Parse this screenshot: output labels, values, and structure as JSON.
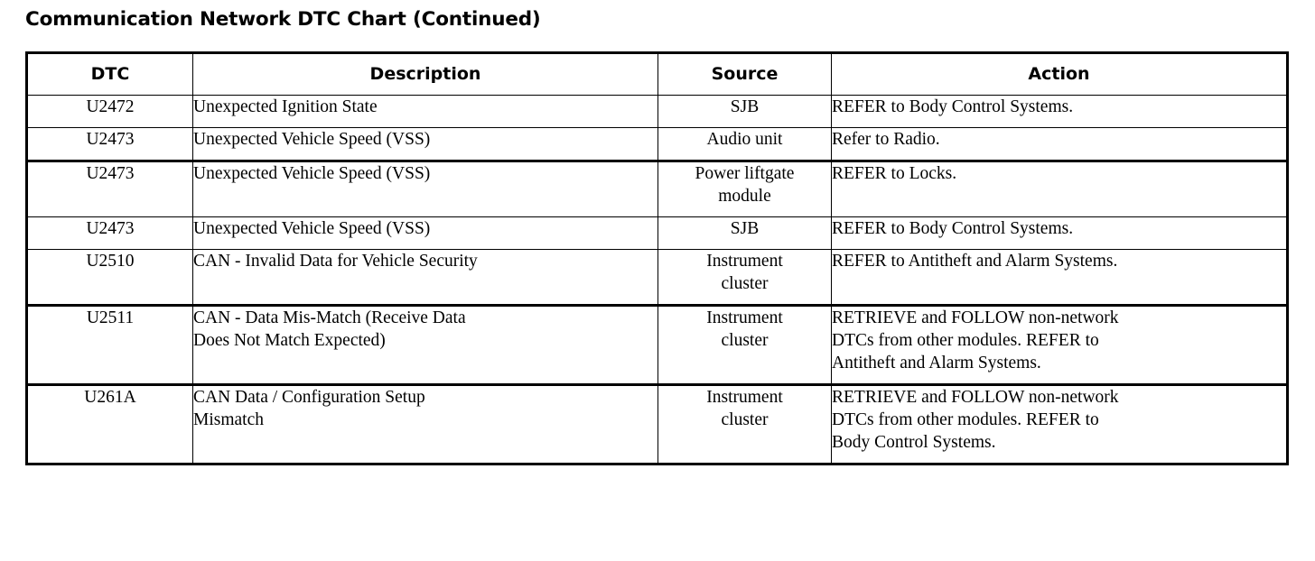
{
  "document": {
    "title": "Communication Network DTC Chart (Continued)"
  },
  "table": {
    "columns": [
      {
        "key": "dtc",
        "label": "DTC"
      },
      {
        "key": "description",
        "label": "Description"
      },
      {
        "key": "source",
        "label": "Source"
      },
      {
        "key": "action",
        "label": "Action"
      }
    ],
    "rows": [
      {
        "dtc": "U2472",
        "description": [
          "Unexpected Ignition State"
        ],
        "source": [
          "SJB"
        ],
        "action": [
          "REFER to Body Control Systems."
        ]
      },
      {
        "dtc": "U2473",
        "description": [
          "Unexpected Vehicle Speed (VSS)"
        ],
        "source": [
          "Audio unit"
        ],
        "action": [
          "Refer to Radio."
        ]
      },
      {
        "dtc": "U2473",
        "description": [
          "Unexpected Vehicle Speed (VSS)"
        ],
        "source": [
          "Power liftgate",
          "module"
        ],
        "action": [
          "REFER to Locks."
        ]
      },
      {
        "dtc": "U2473",
        "description": [
          "Unexpected Vehicle Speed (VSS)"
        ],
        "source": [
          "SJB"
        ],
        "action": [
          "REFER to Body Control Systems."
        ]
      },
      {
        "dtc": "U2510",
        "description": [
          "CAN - Invalid Data for Vehicle Security"
        ],
        "source": [
          "Instrument",
          "cluster"
        ],
        "action": [
          "REFER to Antitheft and Alarm Systems."
        ]
      },
      {
        "dtc": "U2511",
        "description": [
          "CAN - Data Mis-Match (Receive Data",
          "Does Not Match Expected)"
        ],
        "source": [
          "Instrument",
          "cluster"
        ],
        "action": [
          "RETRIEVE and FOLLOW non-network",
          "DTCs from other modules. REFER to",
          "Antitheft and Alarm Systems."
        ]
      },
      {
        "dtc": "U261A",
        "description": [
          "CAN Data / Configuration Setup",
          "Mismatch"
        ],
        "source": [
          "Instrument",
          "cluster"
        ],
        "action": [
          "RETRIEVE and FOLLOW non-network",
          "DTCs from other modules. REFER to",
          "Body Control Systems."
        ]
      }
    ]
  }
}
